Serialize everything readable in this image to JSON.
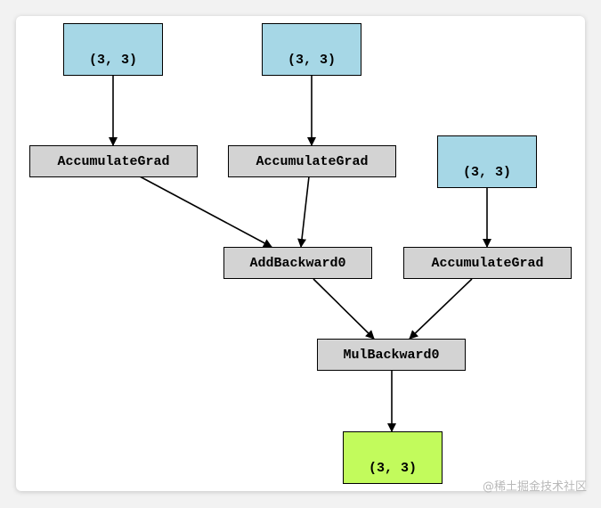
{
  "nodes": {
    "leaf_1": "(3, 3)",
    "leaf_2": "(3, 3)",
    "leaf_3": "(3, 3)",
    "accumulate_1": "AccumulateGrad",
    "accumulate_2": "AccumulateGrad",
    "accumulate_3": "AccumulateGrad",
    "add_backward": "AddBackward0",
    "mul_backward": "MulBackward0",
    "output": "(3, 3)"
  },
  "watermark": "@稀土掘金技术社区",
  "colors": {
    "leaf_fill": "#a6d7e6",
    "op_fill": "#d3d3d3",
    "output_fill": "#c2fb5c"
  }
}
